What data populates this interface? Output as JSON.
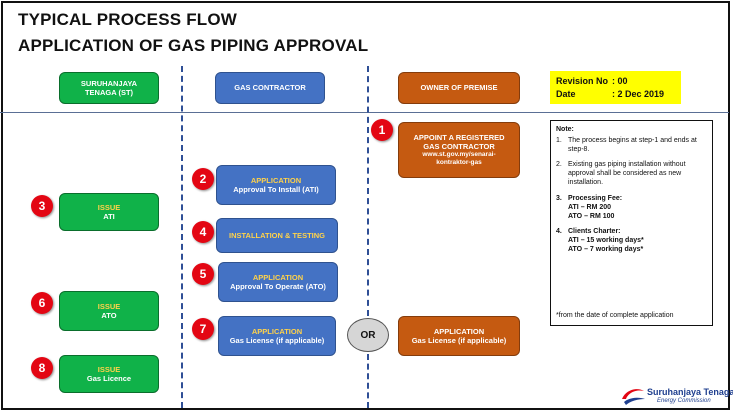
{
  "title": {
    "line1": "TYPICAL PROCESS FLOW",
    "line2": "APPLICATION OF GAS PIPING APPROVAL"
  },
  "columns": {
    "st": {
      "line1": "SURUHANJAYA",
      "line2": "TENAGA (ST)"
    },
    "contractor": "GAS CONTRACTOR",
    "owner": "OWNER OF PREMISE"
  },
  "revision": {
    "no_label": "Revision No",
    "no_value": ": 00",
    "date_label": "Date",
    "date_value": ": 2 Dec 2019"
  },
  "steps": {
    "s1": {
      "num": "1",
      "line1": "APPOINT A REGISTERED",
      "line2": "GAS CONTRACTOR",
      "line3": "www.st.gov.my/senarai-",
      "line4": "kontraktor-gas"
    },
    "s2": {
      "num": "2",
      "title": "APPLICATION",
      "sub": "Approval To Install (ATI)"
    },
    "s3": {
      "num": "3",
      "title": "ISSUE",
      "sub": "ATI"
    },
    "s4": {
      "num": "4",
      "title": "INSTALLATION & TESTING"
    },
    "s5": {
      "num": "5",
      "title": "APPLICATION",
      "sub": "Approval To Operate (ATO)"
    },
    "s6": {
      "num": "6",
      "title": "ISSUE",
      "sub": "ATO"
    },
    "s7": {
      "num": "7",
      "title": "APPLICATION",
      "sub": "Gas License (if applicable)"
    },
    "s7owner": {
      "title": "APPLICATION",
      "sub": "Gas License (if applicable)"
    },
    "s8": {
      "num": "8",
      "title": "ISSUE",
      "sub": "Gas Licence"
    }
  },
  "or_label": "OR",
  "note": {
    "title": "Note:",
    "items": [
      {
        "num": "1.",
        "text": "The process begins at step-1 and ends at step-8."
      },
      {
        "num": "2.",
        "text": "Existing gas piping installation without approval shall be considered as new installation."
      },
      {
        "num": "3.",
        "heading": "Processing Fee:",
        "line1": "ATI – RM 200",
        "line2": "ATO – RM 100"
      },
      {
        "num": "4.",
        "heading": "Clients Charter:",
        "line1": "ATI – 15 working days*",
        "line2": "ATO – 7 working days*"
      }
    ],
    "footnote": "*from the date of complete application"
  },
  "logo": {
    "name": "Suruhanjaya Tenaga",
    "sub": "Energy Commission"
  },
  "colors": {
    "green": "#10b249",
    "blue": "#4472c4",
    "orange": "#c55a11",
    "red_badge": "#e30613",
    "label_yellow": "#ffd24a",
    "revision_bg": "#ffff00"
  }
}
